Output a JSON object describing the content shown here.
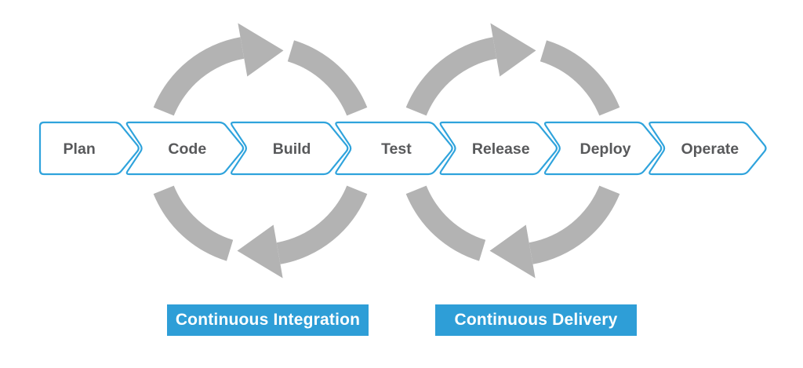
{
  "pipeline": {
    "stages": [
      {
        "label": "Plan"
      },
      {
        "label": "Code"
      },
      {
        "label": "Build"
      },
      {
        "label": "Test"
      },
      {
        "label": "Release"
      },
      {
        "label": "Deploy"
      },
      {
        "label": "Operate"
      }
    ]
  },
  "cycles": [
    {
      "icon": "clockwise-cycle-arrows-icon",
      "region": "continuous-integration"
    },
    {
      "icon": "clockwise-cycle-arrows-icon",
      "region": "continuous-delivery"
    }
  ],
  "labels": {
    "continuous_integration": "Continuous Integration",
    "continuous_delivery": "Continuous Delivery"
  },
  "colors": {
    "accent_blue": "#2E9ED7",
    "chevron_stroke": "#2FA3DC",
    "chevron_fill": "#FFFFFF",
    "arrow_gray": "#B3B3B3",
    "stage_text": "#58595B",
    "badge_text": "#FFFFFF",
    "background": "#FFFFFF"
  }
}
